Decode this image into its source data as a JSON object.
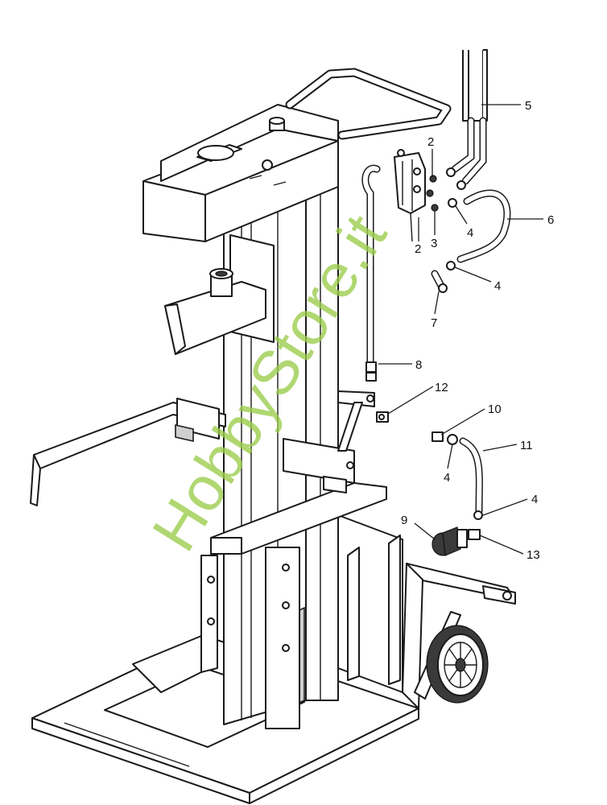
{
  "watermark": "HobbyStore.it",
  "callouts": {
    "c2": "2",
    "c2b": "2",
    "c3": "3",
    "c4a": "4",
    "c4b": "4",
    "c4c": "4",
    "c4d": "4",
    "c5": "5",
    "c6": "6",
    "c7": "7",
    "c8": "8",
    "c9": "9",
    "c10": "10",
    "c11": "11",
    "c12": "12",
    "c13": "13"
  },
  "colors": {
    "watermark": "#9acd4a",
    "line": "#1a1a1a",
    "shade": "#cfcfcf"
  }
}
